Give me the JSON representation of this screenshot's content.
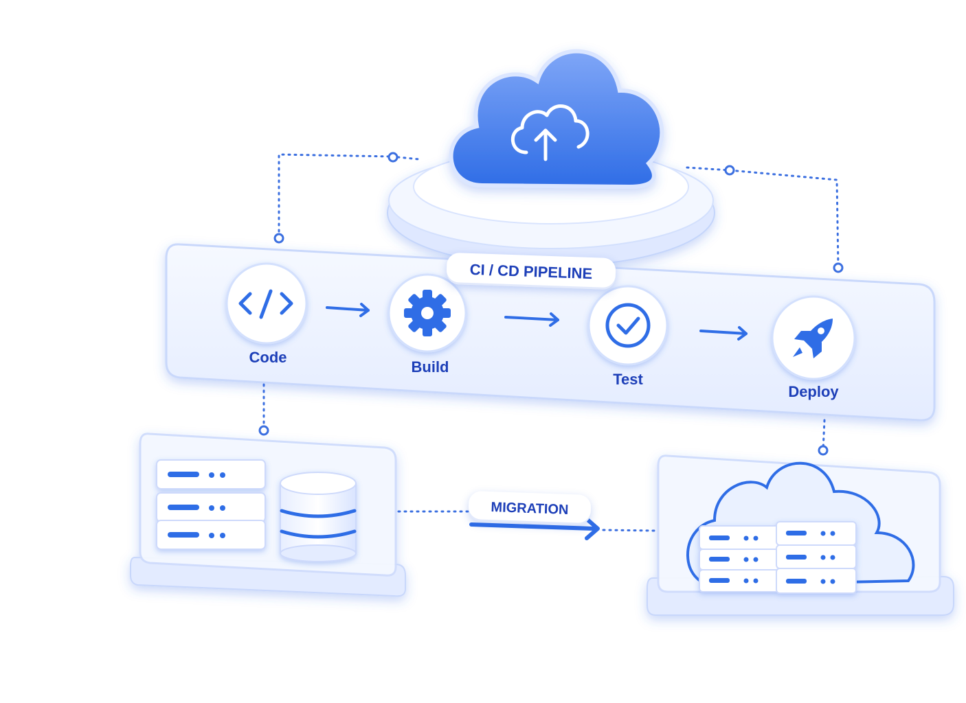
{
  "pipeline": {
    "title": "CI / CD PIPELINE",
    "steps": [
      {
        "label": "Code",
        "icon": "code-icon"
      },
      {
        "label": "Build",
        "icon": "gear-icon"
      },
      {
        "label": "Test",
        "icon": "check-icon"
      },
      {
        "label": "Deploy",
        "icon": "rocket-icon"
      }
    ]
  },
  "migration": {
    "label": "MIGRATION"
  },
  "top": {
    "icon": "cloud-upload-icon"
  },
  "source": {
    "icons": [
      "server-rack-icon",
      "database-icon"
    ]
  },
  "target": {
    "icons": [
      "cloud-icon",
      "server-rack-icon"
    ]
  },
  "colors": {
    "accent": "#2f6de6",
    "accent_dark": "#1d3fb8",
    "surface": "#eef3ff"
  }
}
